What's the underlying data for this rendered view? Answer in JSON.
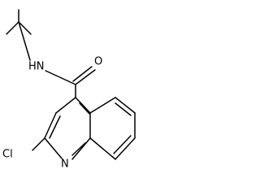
{
  "molecule": {
    "atom_labels": {
      "amide_nitrogen": "HN",
      "carbonyl_oxygen": "O",
      "ring_nitrogen": "N",
      "chlorine": "Cl"
    }
  },
  "colors": {
    "bond": "#000000",
    "text": "#000000",
    "background": "#ffffff"
  }
}
